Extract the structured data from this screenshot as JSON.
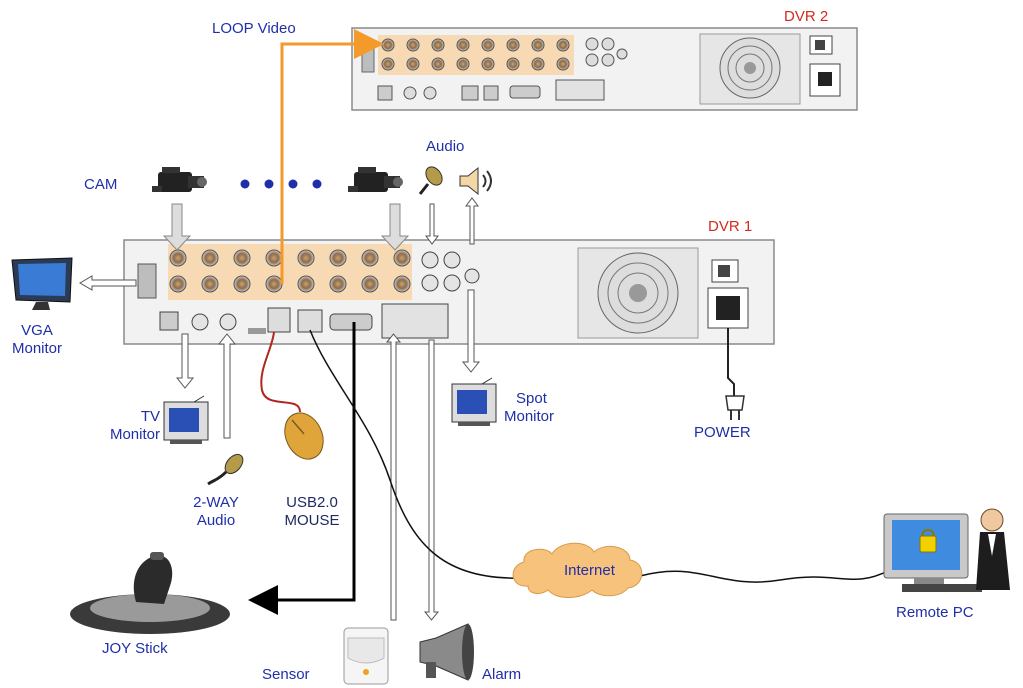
{
  "labels": {
    "loop_video": "LOOP Video",
    "dvr2": "DVR 2",
    "dvr1": "DVR 1",
    "cam": "CAM",
    "audio": "Audio",
    "vga_monitor_line1": "VGA",
    "vga_monitor_line2": "Monitor",
    "tv_monitor_line1": "TV",
    "tv_monitor_line2": "Monitor",
    "spot_monitor_line1": "Spot",
    "spot_monitor_line2": "Monitor",
    "power": "POWER",
    "two_way_audio_line1": "2-WAY",
    "two_way_audio_line2": "Audio",
    "usb_mouse_line1": "USB2.0",
    "usb_mouse_line2": "MOUSE",
    "internet": "Internet",
    "remote_pc": "Remote PC",
    "joystick": "JOY Stick",
    "sensor": "Sensor",
    "alarm": "Alarm"
  },
  "colors": {
    "label_blue": "#1f2fa8",
    "label_red": "#d42a1e",
    "loop_line": "#f39a2b",
    "cloud_fill": "#f7c27c",
    "panel_fill": "#f2f2f2",
    "bnc_strip": "#f7d9b4"
  },
  "icons": [
    "camera-icon",
    "speaker-icon",
    "microphone-icon",
    "monitor-icon",
    "tv-icon",
    "mouse-icon",
    "joystick-icon",
    "sensor-icon",
    "alarm-horn-icon",
    "power-plug-icon",
    "remote-pc-icon",
    "cloud-icon"
  ]
}
